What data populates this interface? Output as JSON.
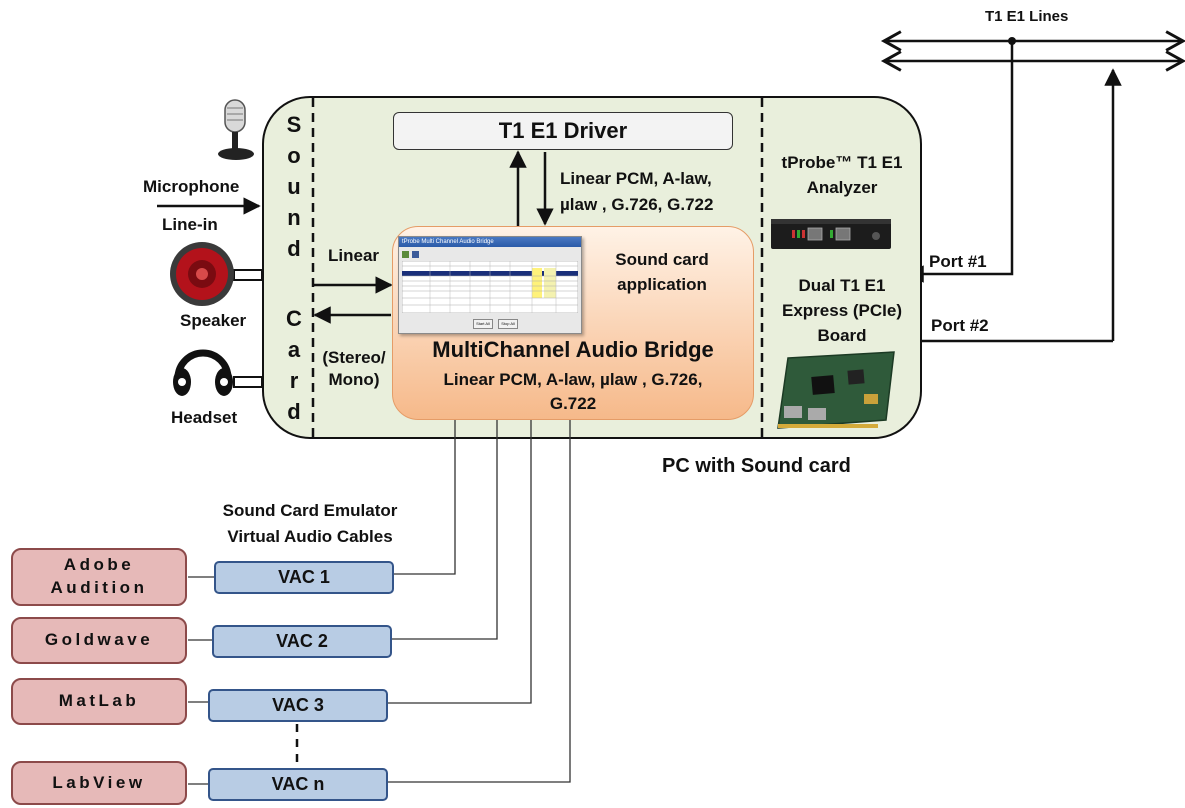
{
  "t1_lines_label": "T1 E1 Lines",
  "pc_label": "PC with Sound card",
  "driver_label": "T1 E1 Driver",
  "driver_formats": [
    "Linear PCM, A-law,",
    "µlaw , G.726, G.722"
  ],
  "sound_card_letters_top": [
    "S",
    "o",
    "u",
    "n",
    "d"
  ],
  "sound_card_letters_bottom": [
    "C",
    "a",
    "r",
    "d"
  ],
  "devices": {
    "microphone": "Microphone",
    "line_in": "Line-in",
    "speaker": "Speaker",
    "headset": "Headset"
  },
  "link": {
    "linear": "Linear",
    "stereo_mono": [
      "(Stereo/",
      "Mono)"
    ]
  },
  "bridge": {
    "app_caption": [
      "Sound card",
      "application"
    ],
    "title": "MultiChannel Audio Bridge",
    "formats": [
      "Linear PCM, A-law, µlaw , G.726,",
      "G.722"
    ],
    "window_title": "tProbe Multi Channel Audio Bridge",
    "window_buttons": [
      "Start All",
      "Stop All"
    ]
  },
  "tprobe": {
    "title": [
      "tProbe™ T1 E1",
      "Analyzer"
    ],
    "board": [
      "Dual T1 E1",
      "Express (PCIe)",
      "Board"
    ]
  },
  "ports": {
    "port1": "Port #1",
    "port2": "Port #2"
  },
  "emulator_title": [
    "Sound Card Emulator",
    "Virtual Audio Cables"
  ],
  "vacs": [
    "VAC 1",
    "VAC 2",
    "VAC 3",
    "VAC n"
  ],
  "apps": [
    [
      "Adobe",
      "Audition"
    ],
    [
      "Goldwave"
    ],
    [
      "MatLab"
    ],
    [
      "LabView"
    ]
  ],
  "colors": {
    "pc_fill": "#e9efdc",
    "vac_fill": "#b8cce4",
    "app_fill": "#e6b9b8",
    "bridge_fill": "#f6b98a"
  }
}
